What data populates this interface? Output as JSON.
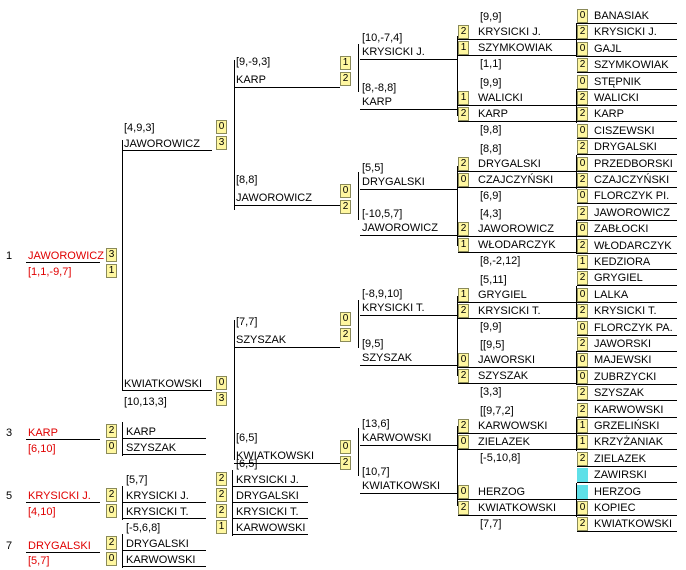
{
  "colors": {
    "winner": "#e00000",
    "score_bg": "#fff7a0",
    "bye": "#5fe0e8"
  },
  "final": {
    "seed": "1",
    "winner": "JAWOROWICZ",
    "winner_score": "[1,1,-9,7]",
    "scores": [
      "3",
      "1"
    ]
  },
  "qf": [
    {
      "name": "JAWOROWICZ",
      "score": "[4,9,3]",
      "sets": [
        "0",
        "3"
      ]
    },
    {
      "name": "KWIATKOWSKI",
      "score": "[10,13,3]",
      "sets": [
        "0",
        "3"
      ]
    }
  ],
  "r3": [
    {
      "name": "KARP",
      "score": "[9,-9,3]",
      "sets": [
        "1",
        "2"
      ]
    },
    {
      "name": "JAWOROWICZ",
      "score": "[8,8]",
      "sets": [
        "0",
        "2"
      ]
    },
    {
      "name": "SZYSZAK",
      "score": "[7,7]",
      "sets": [
        "0",
        "2"
      ]
    },
    {
      "name": "KWIATKOWSKI",
      "score": "[6,5]",
      "sets": [
        "0",
        "2"
      ]
    }
  ],
  "r2": [
    {
      "name": "KRYSICKI J.",
      "score": "[10,-7,4]"
    },
    {
      "name": "KARP",
      "score": "[8,-8,8]"
    },
    {
      "name": "DRYGALSKI",
      "score": "[5,5]"
    },
    {
      "name": "JAWOROWICZ",
      "score": "[-10,5,7]"
    },
    {
      "name": "KRYSICKI T.",
      "score": "[-8,9,10]"
    },
    {
      "name": "SZYSZAK",
      "score": "[9,5]"
    },
    {
      "name": "KARWOWSKI",
      "score": "[13,6]"
    },
    {
      "name": "KWIATKOWSKI",
      "score": "[10,7]"
    }
  ],
  "r1": [
    {
      "top": "KRYSICKI J.",
      "top_set": "2",
      "bottom": "SZYMKOWIAK",
      "bottom_set": "1",
      "score": "[9,9]",
      "result": "[1,1]"
    },
    {
      "top": "WALICKI",
      "top_set": "1",
      "bottom": "KARP",
      "bottom_set": "2",
      "score": "[9,9]",
      "result": "[9,8]"
    },
    {
      "top": "DRYGALSKI",
      "top_set": "2",
      "bottom": "CZAJCZYŃSKI",
      "bottom_set": "0",
      "score": "[8,8]",
      "result": "[6,9]"
    },
    {
      "top": "JAWOROWICZ",
      "top_set": "2",
      "bottom": "WŁODARCZYK",
      "bottom_set": "1",
      "score": "[4,3]",
      "result": "[8,-2,12]"
    },
    {
      "top": "GRYGIEL",
      "top_set": "1",
      "bottom": "KRYSICKI T.",
      "bottom_set": "2",
      "score": "[5,11]",
      "result": "[9,9]"
    },
    {
      "top": "JAWORSKI",
      "top_set": "0",
      "bottom": "SZYSZAK",
      "bottom_set": "2",
      "score": "[[9,5]",
      "result": "[3,3]"
    },
    {
      "top": "KARWOWSKI",
      "top_set": "2",
      "bottom": "ZIELAZEK",
      "bottom_set": "0",
      "score": "[[9,7,2]",
      "result": "[-5,10,8]"
    },
    {
      "top": "HERZOG",
      "top_set": "0",
      "bottom": "KWIATKOWSKI",
      "bottom_set": "2",
      "score": "",
      "result": "[7,7]"
    }
  ],
  "r0": [
    {
      "name": "BANASIAK",
      "set": "0"
    },
    {
      "name": "KRYSICKI J.",
      "set": "2"
    },
    {
      "name": "GAJL",
      "set": "0"
    },
    {
      "name": "SZYMKOWIAK",
      "set": "2"
    },
    {
      "name": "STĘPNIK",
      "set": "0"
    },
    {
      "name": "WALICKI",
      "set": "2"
    },
    {
      "name": "KARP",
      "set": "2"
    },
    {
      "name": "CISZEWSKI",
      "set": "0"
    },
    {
      "name": "DRYGALSKI",
      "set": "2"
    },
    {
      "name": "PRZEDBORSKI",
      "set": "0"
    },
    {
      "name": "CZAJCZYŃSKI",
      "set": "2"
    },
    {
      "name": "FLORCZYK PI.",
      "set": "0"
    },
    {
      "name": "JAWOROWICZ",
      "set": "2"
    },
    {
      "name": "ZABŁOCKI",
      "set": "0"
    },
    {
      "name": "WŁODARCZYK",
      "set": "2"
    },
    {
      "name": "KEDZIORA",
      "set": "1"
    },
    {
      "name": "GRYGIEL",
      "set": "2"
    },
    {
      "name": "LALKA",
      "set": "0"
    },
    {
      "name": "KRYSICKI T.",
      "set": "2"
    },
    {
      "name": "FLORCZYK PA.",
      "set": "0"
    },
    {
      "name": "JAWORSKI",
      "set": "2"
    },
    {
      "name": "MAJEWSKI",
      "set": "0"
    },
    {
      "name": "ZUBRZYCKI",
      "set": "0"
    },
    {
      "name": "SZYSZAK",
      "set": "2"
    },
    {
      "name": "KARWOWSKI",
      "set": "2"
    },
    {
      "name": "GRZELIŃSKI",
      "set": "1"
    },
    {
      "name": "KRZYŻANIAK",
      "set": "1"
    },
    {
      "name": "ZIELAZEK",
      "set": "2"
    },
    {
      "name": "ZAWIRSKI",
      "set": ""
    },
    {
      "name": "HERZOG",
      "set": ""
    },
    {
      "name": "KOPIEC",
      "set": "0"
    },
    {
      "name": "KWIATKOWSKI",
      "set": "2"
    }
  ],
  "placement": {
    "p3": {
      "seed": "3",
      "winner": "KARP",
      "score": "[6,10]",
      "a": "KARP",
      "a_set": "2",
      "b": "SZYSZAK",
      "b_set": "0"
    },
    "p5": {
      "seed": "5",
      "winner": "KRYSICKI J.",
      "score": "[4,10]",
      "a": "KRYSICKI J.",
      "a_set": "2",
      "b": "KRYSICKI T.",
      "b_set": "0",
      "score_top": "[5,7]"
    },
    "p5b": {
      "a": "DRYGALSKI",
      "a_set": "2",
      "b": "KRYSICKI T.",
      "b_set": "2",
      "c": "KARWOWSKI",
      "c_set": "1",
      "score": "[6,5]"
    },
    "p7": {
      "seed": "7",
      "winner": "DRYGALSKI",
      "score": "[5,7]",
      "a": "DRYGALSKI",
      "a_set": "2",
      "b": "KARWOWSKI",
      "b_set": "0",
      "score_top": "[-5,6,8]"
    }
  }
}
